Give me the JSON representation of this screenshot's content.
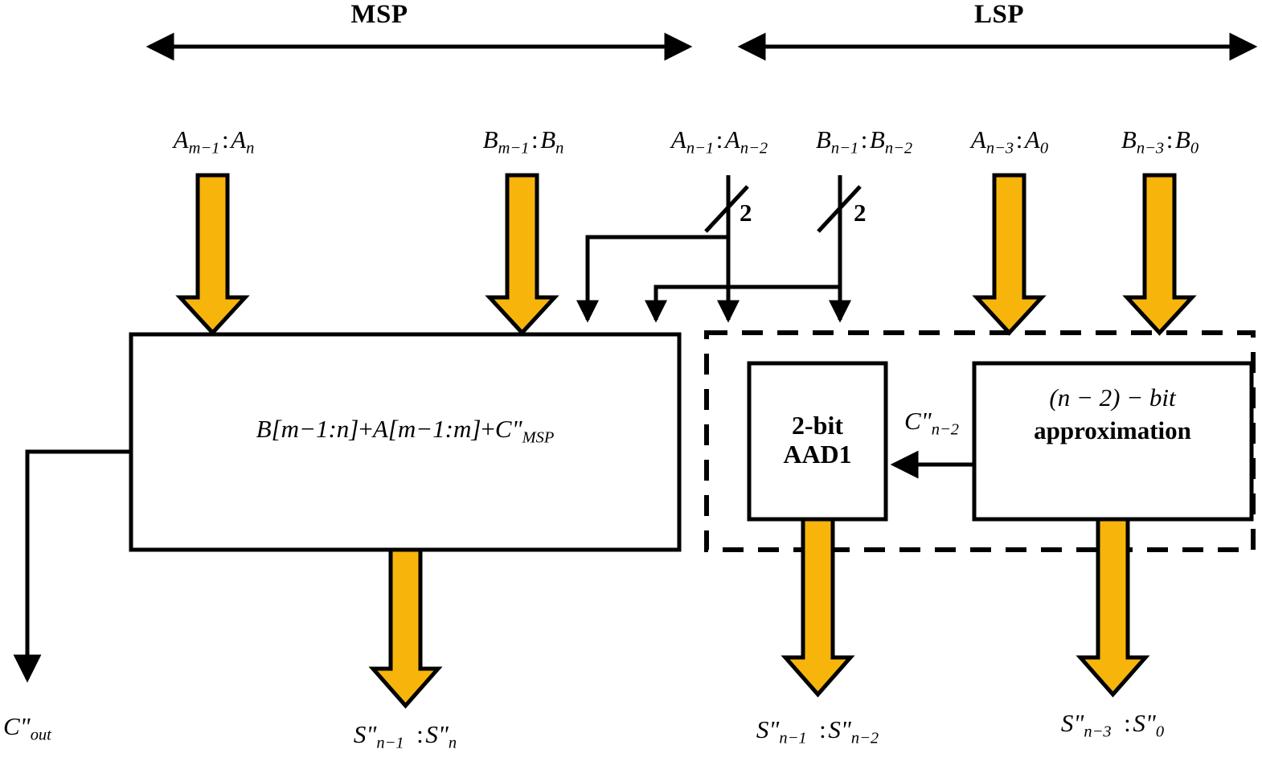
{
  "figure": {
    "title": "Approximate adder with MSP exact part and LSP approximation part",
    "colors": {
      "arrow_fill": "#F7B50C",
      "arrow_stroke": "#000000",
      "line": "#000000",
      "background": "#FFFFFF"
    }
  },
  "headers": [
    {
      "id": "msp",
      "label": "MSP"
    },
    {
      "id": "lsp",
      "label": "LSP"
    }
  ],
  "inputs": [
    {
      "id": "a-msp",
      "base": "A",
      "sub1": "m−1",
      "sep": ":",
      "base2": "A",
      "sub2": "n",
      "bus": null
    },
    {
      "id": "b-msp",
      "base": "B",
      "sub1": "m−1",
      "sep": ":",
      "base2": "B",
      "sub2": "n",
      "bus": null
    },
    {
      "id": "a-mid",
      "base": "A",
      "sub1": "n−1",
      "sep": ":",
      "base2": "A",
      "sub2": "n−2",
      "bus": "2"
    },
    {
      "id": "b-mid",
      "base": "B",
      "sub1": "n−1",
      "sep": ":",
      "base2": "B",
      "sub2": "n−2",
      "bus": "2"
    },
    {
      "id": "a-lsp",
      "base": "A",
      "sub1": "n−3",
      "sep": ":",
      "base2": "A",
      "sub2": "0",
      "bus": null
    },
    {
      "id": "b-lsp",
      "base": "B",
      "sub1": "n−3",
      "sep": ":",
      "base2": "B",
      "sub2": "0",
      "bus": null
    }
  ],
  "bus_widths": [
    {
      "id": "bus-a-mid",
      "value": "2"
    },
    {
      "id": "bus-b-mid",
      "value": "2"
    }
  ],
  "blocks": {
    "msp_adder": {
      "equation": "B[m−1:n] + A[m−1:m] + C\"",
      "equation_parts": {
        "b_term": "B[m−1:n]",
        "plus1": "+",
        "a_term": "A[m−1:m]",
        "plus2": "+",
        "c_base": "C\"",
        "c_sub": "MSP"
      }
    },
    "aad1": {
      "line1": "2-bit",
      "line2": "AAD1"
    },
    "approximation": {
      "line1": "(n − 2) − bit",
      "line2": "approximation"
    }
  },
  "internal_signals": [
    {
      "id": "carry-n2",
      "base": "C\"",
      "sub": "n−2"
    }
  ],
  "outputs": [
    {
      "id": "carry-out",
      "base": "C\"",
      "sub": "out"
    },
    {
      "id": "sum-msp",
      "base": "S\"",
      "sub1": "n−1",
      "sep": ":",
      "base2": "S\"",
      "sub2": "n"
    },
    {
      "id": "sum-aad1",
      "base": "S\"",
      "sub1": "n−1",
      "sep": ":",
      "base2": "S\"",
      "sub2": "n−2"
    },
    {
      "id": "sum-appx",
      "base": "S\"",
      "sub1": "n−3",
      "sep": ":",
      "base2": "S\"",
      "sub2": "0"
    }
  ]
}
